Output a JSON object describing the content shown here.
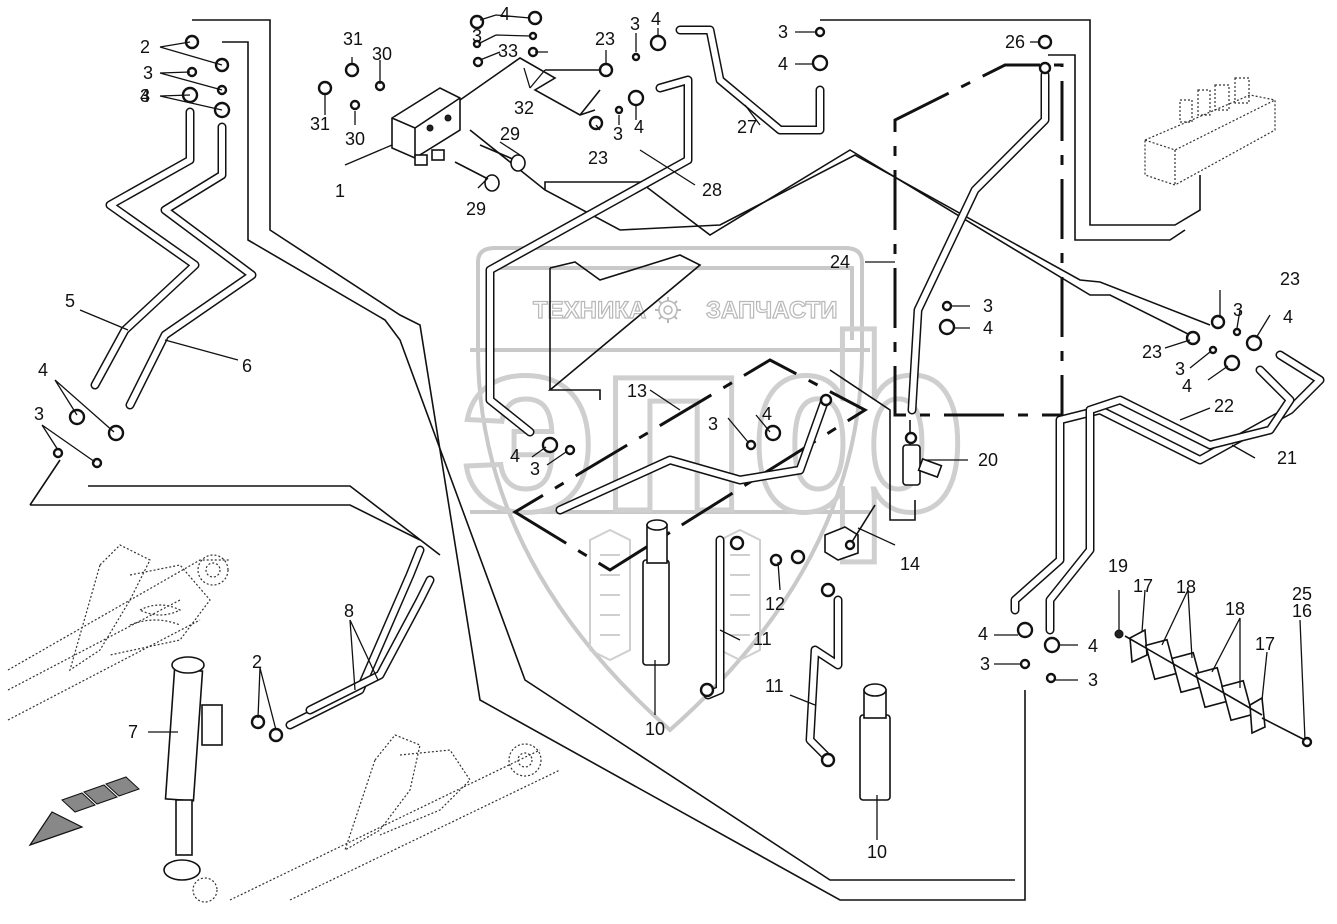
{
  "diagram": {
    "title": "Hydraulic lines exploded parts diagram",
    "watermark": {
      "left_text": "ТЕХНИКА",
      "right_text": "ЗАПЧАСТИ",
      "logo_text": "эпф",
      "gear_icon": "gear-icon"
    },
    "direction_arrow": "travel-direction-arrow",
    "callouts": [
      {
        "id": "c1",
        "text": "1"
      },
      {
        "id": "c2a",
        "text": "2"
      },
      {
        "id": "c2b",
        "text": "2"
      },
      {
        "id": "c3a",
        "text": "3"
      },
      {
        "id": "c3b",
        "text": "3"
      },
      {
        "id": "c3c",
        "text": "3"
      },
      {
        "id": "c3d",
        "text": "3"
      },
      {
        "id": "c3e",
        "text": "3"
      },
      {
        "id": "c3f",
        "text": "3"
      },
      {
        "id": "c3g",
        "text": "3"
      },
      {
        "id": "c3h",
        "text": "3"
      },
      {
        "id": "c3i",
        "text": "3"
      },
      {
        "id": "c3j",
        "text": "3"
      },
      {
        "id": "c3k",
        "text": "3"
      },
      {
        "id": "c3l",
        "text": "3"
      },
      {
        "id": "c3m",
        "text": "3"
      },
      {
        "id": "c3n",
        "text": "3"
      },
      {
        "id": "c4a",
        "text": "4"
      },
      {
        "id": "c4b",
        "text": "4"
      },
      {
        "id": "c4c",
        "text": "4"
      },
      {
        "id": "c4d",
        "text": "4"
      },
      {
        "id": "c4e",
        "text": "4"
      },
      {
        "id": "c4f",
        "text": "4"
      },
      {
        "id": "c4g",
        "text": "4"
      },
      {
        "id": "c4h",
        "text": "4"
      },
      {
        "id": "c4i",
        "text": "4"
      },
      {
        "id": "c4j",
        "text": "4"
      },
      {
        "id": "c4k",
        "text": "4"
      },
      {
        "id": "c4l",
        "text": "4"
      },
      {
        "id": "c4m",
        "text": "4"
      },
      {
        "id": "c5",
        "text": "5"
      },
      {
        "id": "c6",
        "text": "6"
      },
      {
        "id": "c7",
        "text": "7"
      },
      {
        "id": "c8",
        "text": "8"
      },
      {
        "id": "c10a",
        "text": "10"
      },
      {
        "id": "c10b",
        "text": "10"
      },
      {
        "id": "c11a",
        "text": "11"
      },
      {
        "id": "c11b",
        "text": "11"
      },
      {
        "id": "c12",
        "text": "12"
      },
      {
        "id": "c13",
        "text": "13"
      },
      {
        "id": "c14",
        "text": "14"
      },
      {
        "id": "c16",
        "text": "16"
      },
      {
        "id": "c17a",
        "text": "17"
      },
      {
        "id": "c17b",
        "text": "17"
      },
      {
        "id": "c18a",
        "text": "18"
      },
      {
        "id": "c18b",
        "text": "18"
      },
      {
        "id": "c19",
        "text": "19"
      },
      {
        "id": "c20",
        "text": "20"
      },
      {
        "id": "c21",
        "text": "21"
      },
      {
        "id": "c22",
        "text": "22"
      },
      {
        "id": "c23a",
        "text": "23"
      },
      {
        "id": "c23b",
        "text": "23"
      },
      {
        "id": "c23c",
        "text": "23"
      },
      {
        "id": "c23d",
        "text": "23"
      },
      {
        "id": "c24",
        "text": "24"
      },
      {
        "id": "c25",
        "text": "25"
      },
      {
        "id": "c26",
        "text": "26"
      },
      {
        "id": "c27",
        "text": "27"
      },
      {
        "id": "c28",
        "text": "28"
      },
      {
        "id": "c29a",
        "text": "29"
      },
      {
        "id": "c29b",
        "text": "29"
      },
      {
        "id": "c30a",
        "text": "30"
      },
      {
        "id": "c30b",
        "text": "30"
      },
      {
        "id": "c31a",
        "text": "31"
      },
      {
        "id": "c31b",
        "text": "31"
      },
      {
        "id": "c32",
        "text": "32"
      },
      {
        "id": "c33",
        "text": "33"
      }
    ]
  }
}
